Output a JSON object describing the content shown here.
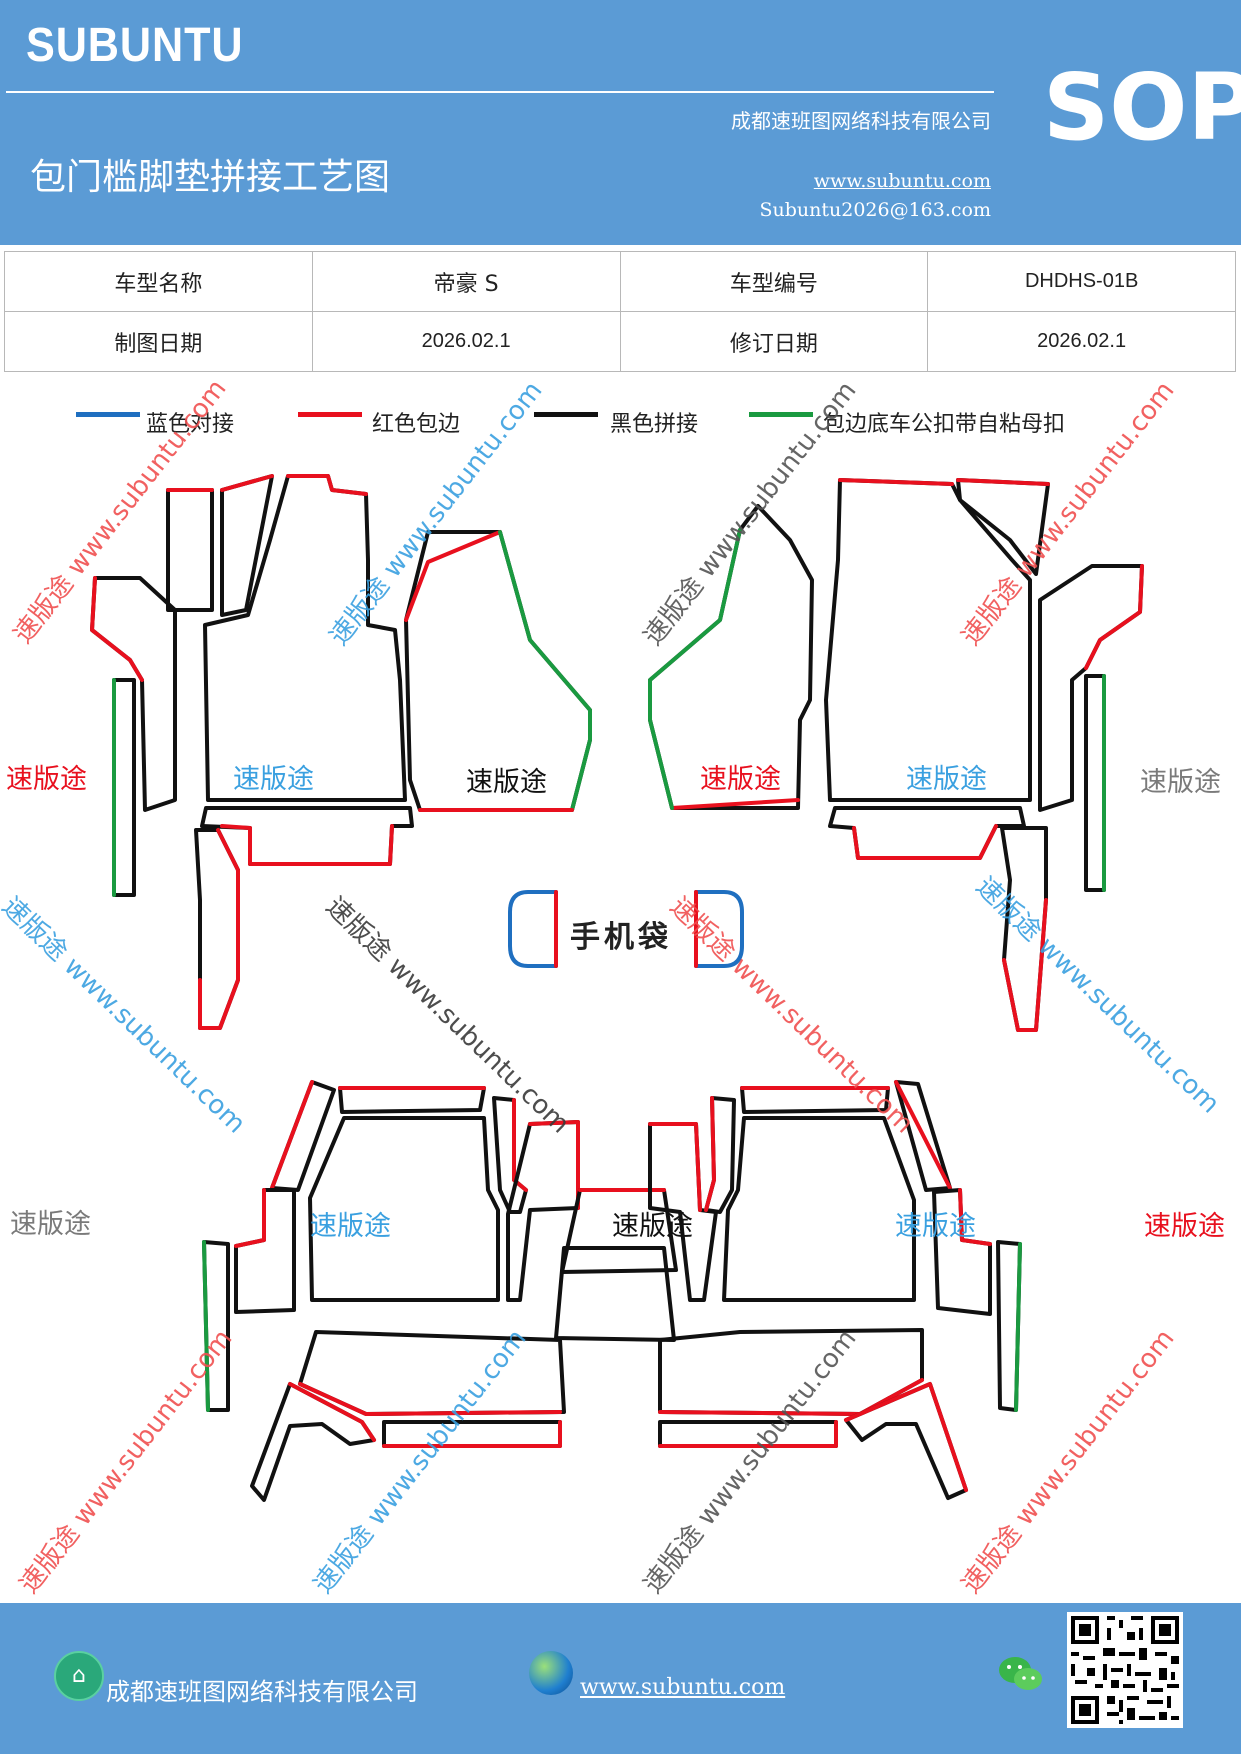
{
  "header": {
    "brand": "SUBUNTU",
    "sop": "SOP",
    "company": "成都速班图网络科技有限公司",
    "title": "包门槛脚垫拼接工艺图",
    "website": "www.subuntu.com",
    "email": "Subuntu2026@163.com"
  },
  "info_table": {
    "rows": [
      [
        "车型名称",
        "帝豪 S",
        "车型编号",
        "DHDHS-01B"
      ],
      [
        "制图日期",
        "2026.02.1",
        "修订日期",
        "2026.02.1"
      ]
    ]
  },
  "legend": [
    {
      "label": "蓝色对接",
      "color": "#1f6fc0"
    },
    {
      "label": "红色包边",
      "color": "#e8101e"
    },
    {
      "label": "黑色拼接",
      "color": "#111111"
    },
    {
      "label": "包边底车公扣带自粘母扣",
      "color": "#1a9a40"
    }
  ],
  "diagram": {
    "piece_label": "速版途",
    "phone_bag_label": "手机袋",
    "watermark": "速版途 www.subuntu.com",
    "label_colors": {
      "red": "#e8101e",
      "blue": "#3aa0e0",
      "black": "#111111",
      "gray": "#7a7a7a"
    }
  },
  "footer": {
    "company": "成都速班图网络科技有限公司",
    "website": "www.subuntu.com",
    "icons": [
      "building-icon",
      "globe-icon",
      "wechat-icon",
      "qr-code"
    ]
  }
}
